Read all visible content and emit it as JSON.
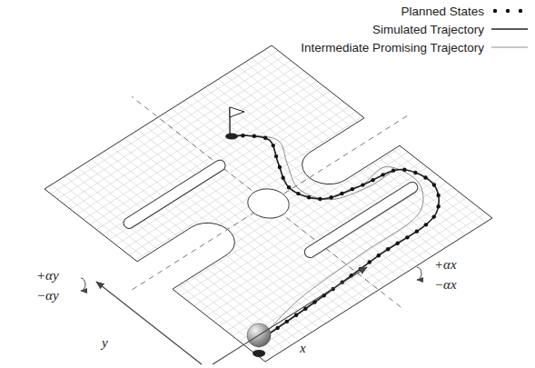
{
  "diagram": {
    "labels": [
      "+αy",
      "−αy",
      "+αx",
      "−αx",
      "y",
      "x"
    ],
    "legend": [
      {
        "text": "Planned States"
      },
      {
        "text": "Simulated Trajectory"
      },
      {
        "text": "Intermediate Promising Trajectory"
      }
    ]
  }
}
